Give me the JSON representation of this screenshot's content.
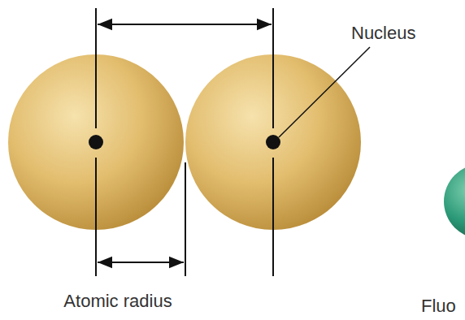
{
  "diagram": {
    "labels": [
      "Nucleus",
      "Atomic radius",
      "Fluo"
    ]
  }
}
